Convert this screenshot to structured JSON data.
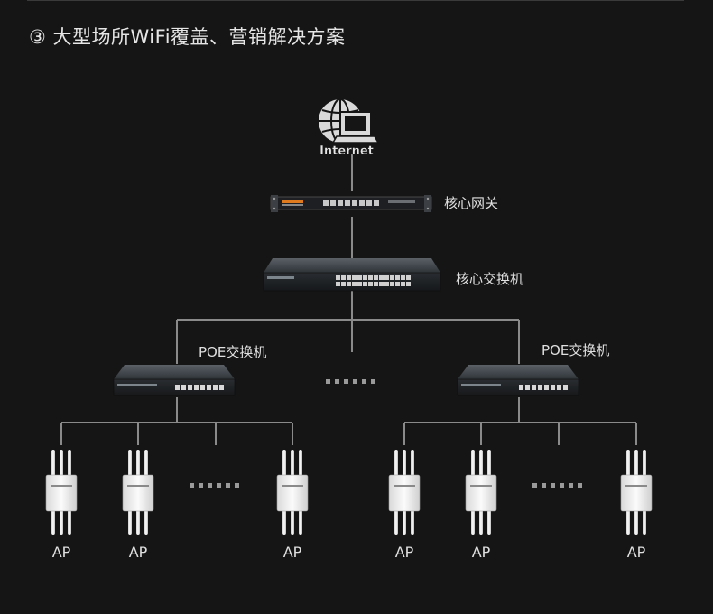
{
  "title": "③ 大型场所WiFi覆盖、营销解决方案",
  "internet_label": "Internet",
  "gateway_label": "核心网关",
  "core_switch_label": "核心交换机",
  "poe_switch_left_label": "POE交换机",
  "poe_switch_right_label": "POE交换机",
  "ap_labels": [
    "AP",
    "AP",
    "AP",
    "AP",
    "AP",
    "AP"
  ],
  "colors": {
    "background": "#151515",
    "line": "#8a8a8a",
    "ap_body": "#f2f2f2"
  },
  "icons": [
    "globe-icon",
    "laptop-icon",
    "gateway-device",
    "switch-device",
    "access-point-device",
    "ellipsis-dots"
  ]
}
